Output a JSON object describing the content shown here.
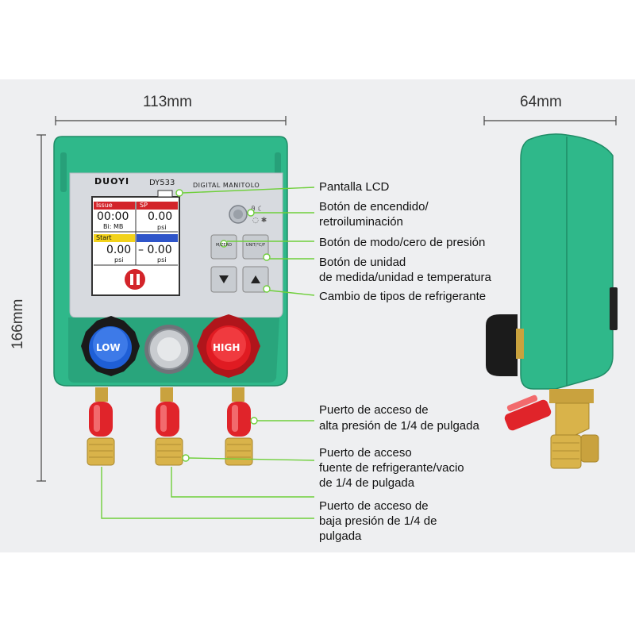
{
  "dimensions": {
    "width": "113mm",
    "depth": "64mm",
    "height": "166mm"
  },
  "device": {
    "brand": "DUOYI",
    "model": "DY533",
    "header": "DIGITAL  MANITOLO",
    "body_color": "#2fb88a",
    "knob_low_label": "LOW",
    "knob_high_label": "HIGH",
    "knob_low_color": "#1f5fd6",
    "knob_high_color": "#e01b22"
  },
  "lcd": {
    "tl_header": "Issue",
    "tr_header": "SP",
    "tl_value": "00:00",
    "tr_value": "0.00",
    "tl_unit": "Bi: MB",
    "tr_unit": "psi",
    "bl_header": "Start",
    "br_header": "",
    "bl_value": "0.00",
    "br_value": "0.00",
    "bl_unit": "psi",
    "br_unit": "psi",
    "pause_icon": "pause-icon"
  },
  "buttons": {
    "mode_label": "M/ZERO",
    "unit_label": "UNIT/°C/F"
  },
  "callouts": [
    {
      "lines": [
        "Pantalla LCD"
      ]
    },
    {
      "lines": [
        "Botón de encendido/",
        "retroiluminación"
      ]
    },
    {
      "lines": [
        "Botón de modo/cero de presión"
      ]
    },
    {
      "lines": [
        "Botón de unidad",
        "de medida/unidad e temperatura"
      ]
    },
    {
      "lines": [
        "Cambio de tipos de refrigerante"
      ]
    },
    {
      "lines": [
        "Puerto de acceso de",
        "alta presión de 1/4 de pulgada"
      ]
    },
    {
      "lines": [
        "Puerto de acceso",
        "fuente de refrigerante/vacio",
        "de 1/4 de pulgada"
      ]
    },
    {
      "lines": [
        "Puerto de acceso de",
        "baja presión de 1/4 de",
        "pulgada"
      ]
    }
  ],
  "colors": {
    "leader": "#6fcf3b",
    "port_red": "#e0242a",
    "brass": "#d9b34a"
  }
}
